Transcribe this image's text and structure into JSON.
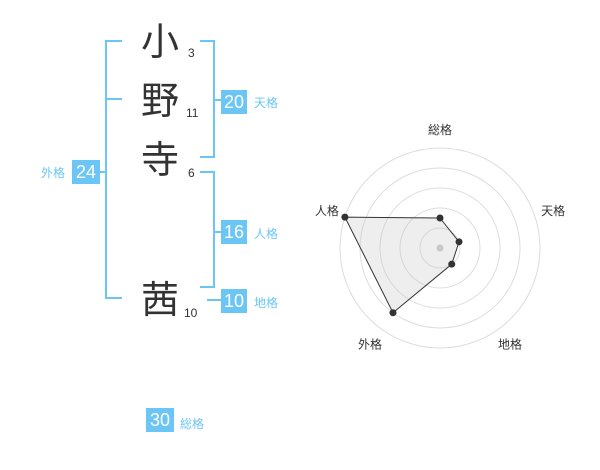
{
  "name": {
    "chars": [
      {
        "char": "小",
        "strokes": "3"
      },
      {
        "char": "野",
        "strokes": "11"
      },
      {
        "char": "寺",
        "strokes": "6"
      },
      {
        "char": "茜",
        "strokes": "10"
      }
    ]
  },
  "kaku": {
    "tenkaku": {
      "value": "20",
      "label": "天格"
    },
    "jinkaku": {
      "value": "16",
      "label": "人格"
    },
    "chikaku": {
      "value": "10",
      "label": "地格"
    },
    "gaikaku": {
      "value": "24",
      "label": "外格"
    },
    "soukaku": {
      "value": "30",
      "label": "総格"
    }
  },
  "colors": {
    "accent": "#6cc6f5",
    "text": "#333333",
    "grid": "#dddddd"
  },
  "chart_data": {
    "type": "radar",
    "axes": [
      "総格",
      "天格",
      "地格",
      "外格",
      "人格"
    ],
    "rings": 5,
    "values": [
      1.5,
      1,
      1,
      4,
      5
    ],
    "max": 5
  }
}
